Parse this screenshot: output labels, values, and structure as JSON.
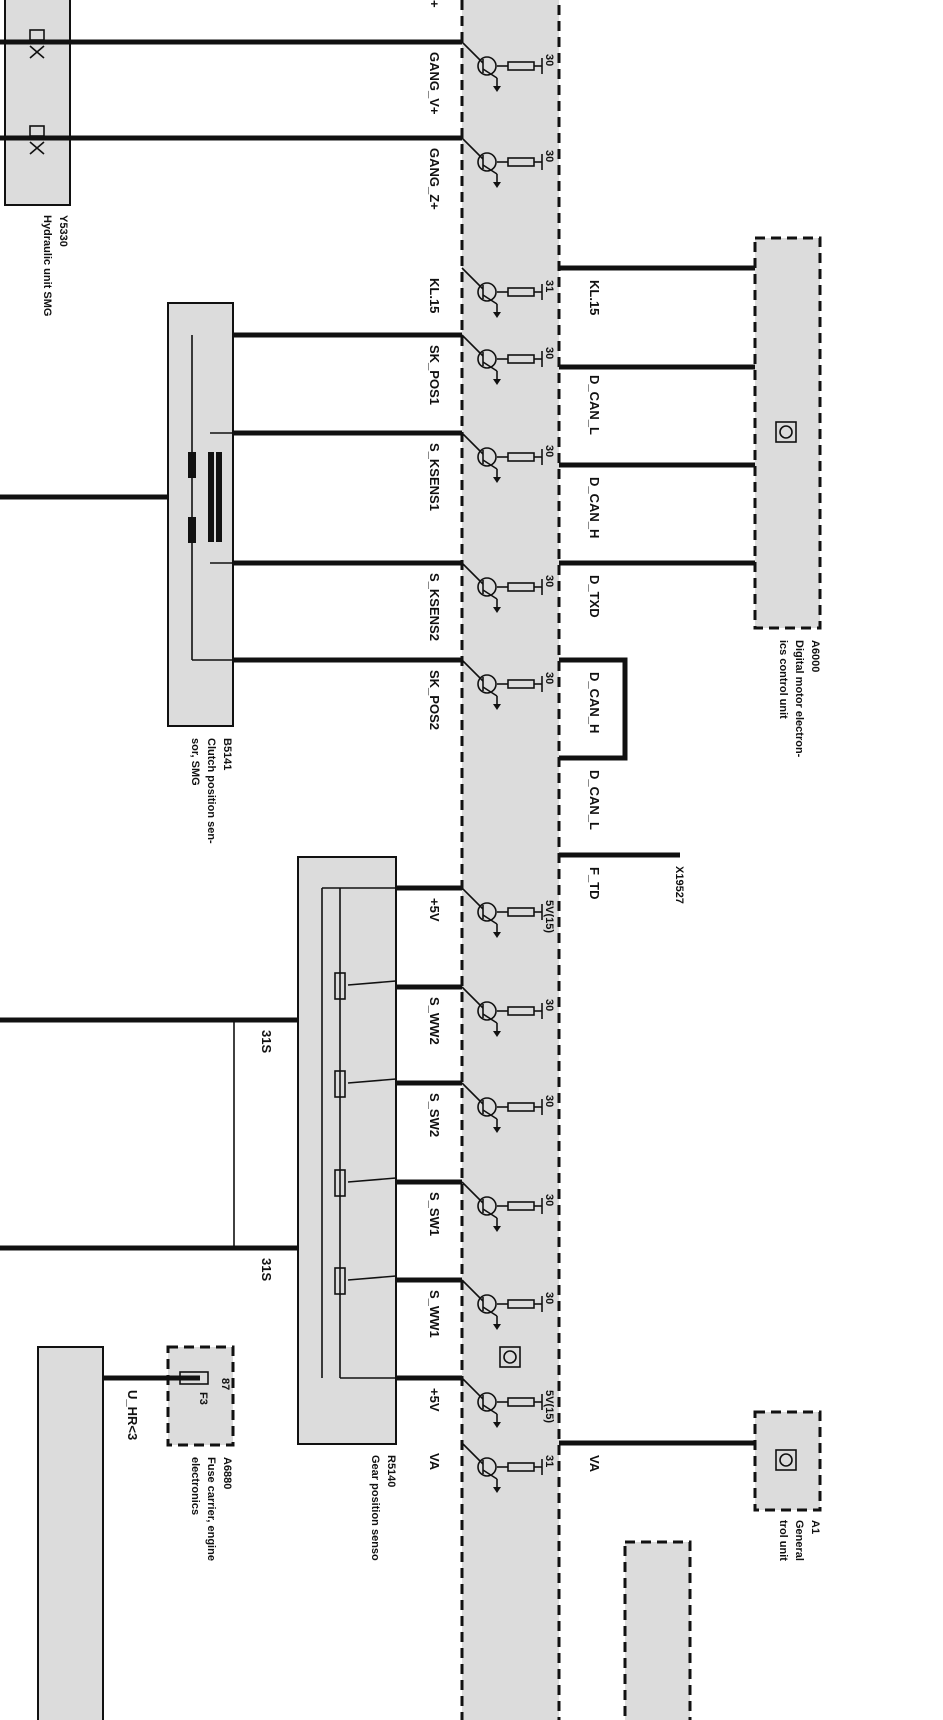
{
  "signals": [
    {
      "name": "GANG_V+",
      "value": "30"
    },
    {
      "name": "GANG_Z+",
      "value": "30"
    },
    {
      "name": "KL.15",
      "value": "31"
    },
    {
      "name": "SK_POS1",
      "value": "30"
    },
    {
      "name": "S_KSENS1",
      "value": "30"
    },
    {
      "name": "S_KSENS2",
      "value": "30"
    },
    {
      "name": "SK_POS2",
      "value": "30"
    },
    {
      "name": "+5V",
      "value": "5V(15)"
    },
    {
      "name": "S_WW2",
      "value": "30"
    },
    {
      "name": "S_SW2",
      "value": "30"
    },
    {
      "name": "S_SW1",
      "value": "30"
    },
    {
      "name": "S_WW1",
      "value": "30"
    },
    {
      "name": "+5V",
      "value": "5V(15)"
    },
    {
      "name": "VA",
      "value": "31"
    }
  ],
  "right_signals": [
    "KL.15",
    "D_CAN_L",
    "D_CAN_H",
    "D_TXD",
    "D_CAN_H",
    "D_CAN_L",
    "F_TD",
    "VA"
  ],
  "top_plus": "+",
  "components": {
    "y5330": {
      "id": "Y5330",
      "name": "Hydraulic unit SMG"
    },
    "b5141": {
      "id": "B5141",
      "name1": "Clutch position sen-",
      "name2": "sor, SMG"
    },
    "a6000": {
      "id": "A6000",
      "name1": "Digital motor electron-",
      "name2": "ics control unit"
    },
    "x19527": {
      "id": "X19527"
    },
    "r5140": {
      "id": "R5140",
      "name": "Gear position senso"
    },
    "a6880": {
      "id": "A6880",
      "name1": "Fuse carrier, engine",
      "name2": "electronics"
    },
    "a1": {
      "id": "A1",
      "name1": "General",
      "name2": "trol unit"
    }
  },
  "ground_labels": [
    "31S",
    "31S"
  ],
  "fuse": {
    "id": "F3",
    "pin": "87",
    "wire": "U_HR<3"
  }
}
